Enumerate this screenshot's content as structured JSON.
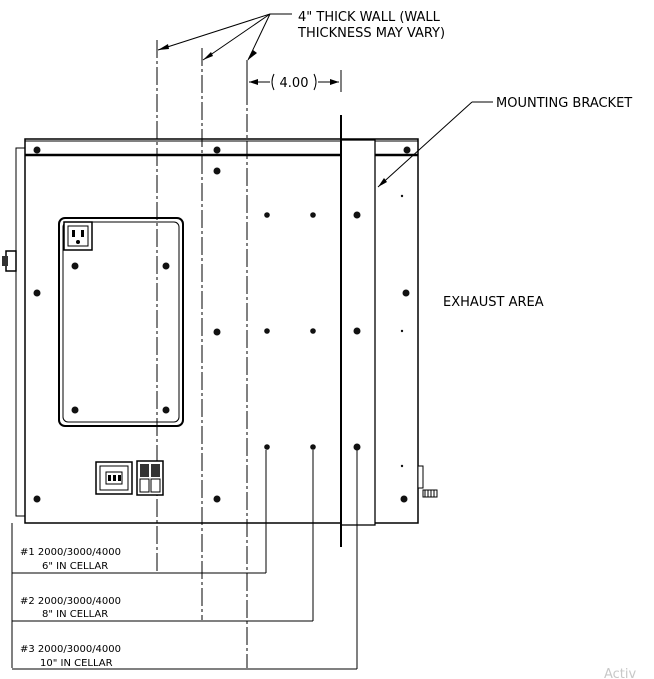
{
  "callouts": {
    "wall_line1": "4\" THICK WALL (WALL",
    "wall_line2": "THICKNESS MAY VARY)",
    "dimension": "4.00",
    "mounting_bracket": "MOUNTING BRACKET",
    "exhaust_area": "EXHAUST AREA"
  },
  "notes": [
    {
      "line1": "#1 2000/3000/4000",
      "line2": "6\" IN CELLAR"
    },
    {
      "line1": "#2 2000/3000/4000",
      "line2": "8\" IN CELLAR"
    },
    {
      "line1": "#3 2000/3000/4000",
      "line2": "10\" IN CELLAR"
    }
  ],
  "watermark": "Activ"
}
